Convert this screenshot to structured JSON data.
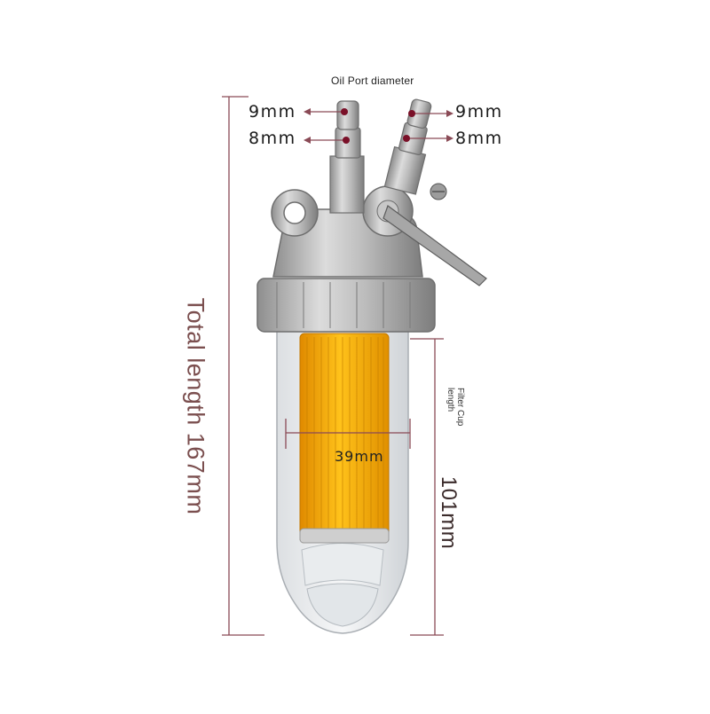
{
  "labels": {
    "oil_port_title": "Oil Port diameter",
    "port_top_left": "9mm",
    "port_bottom_left": "8mm",
    "port_top_right": "9mm",
    "port_bottom_right": "8mm",
    "total_length": "Total length 167mm",
    "filter_cup_label": "Filter Cup length",
    "filter_cup_value": "101mm",
    "width": "39mm"
  },
  "colors": {
    "dimension_line": "#8a4a56",
    "dot": "#7a1028",
    "filter_element": "#f2a400",
    "metal": "#b9b9b9"
  }
}
